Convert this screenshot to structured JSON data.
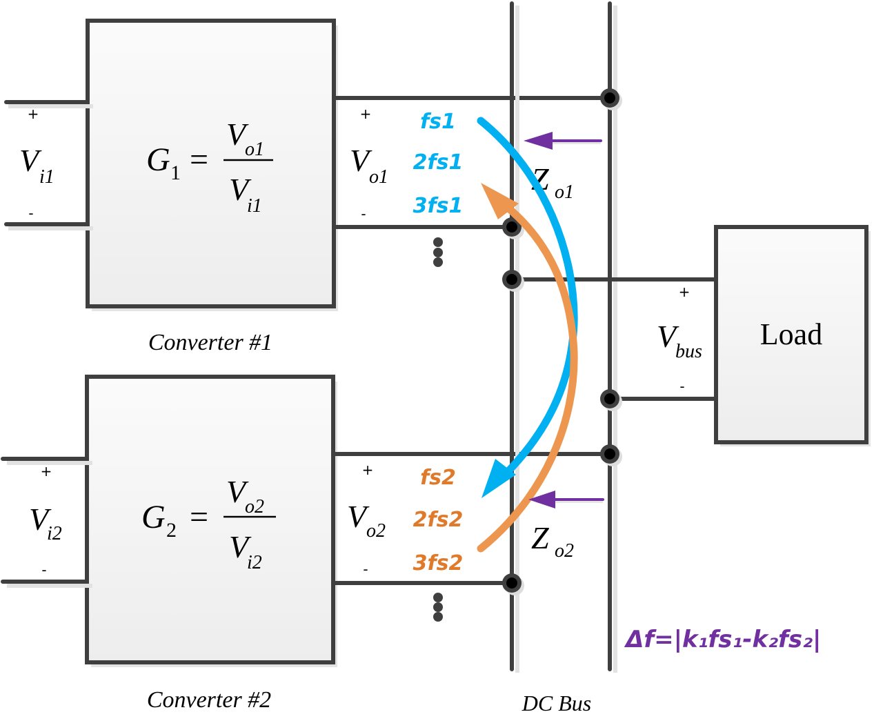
{
  "converter1": {
    "caption": "Converter #1",
    "gain_lhs": "G",
    "gain_lhs_sub": "1",
    "equals": "=",
    "num": "V",
    "num_sub": "o1",
    "den": "V",
    "den_sub": "i1",
    "input_label": "V",
    "input_sub": "i1",
    "output_label": "V",
    "output_sub": "o1",
    "plus": "+",
    "minus": "-",
    "harmonics": [
      "fs1",
      "2fs1",
      "3fs1"
    ],
    "impedance": "Z",
    "impedance_sub": "o1"
  },
  "converter2": {
    "caption": "Converter #2",
    "gain_lhs": "G",
    "gain_lhs_sub": "2",
    "equals": "=",
    "num": "V",
    "num_sub": "o2",
    "den": "V",
    "den_sub": "i2",
    "input_label": "V",
    "input_sub": "i2",
    "output_label": "V",
    "output_sub": "o2",
    "plus": "+",
    "minus": "-",
    "harmonics": [
      "fs2",
      "2fs2",
      "3fs2"
    ],
    "impedance": "Z",
    "impedance_sub": "o2"
  },
  "load": {
    "label": "Load",
    "voltage_label": "V",
    "voltage_sub": "bus",
    "plus": "+",
    "minus": "-"
  },
  "bus_label": "DC Bus",
  "formula": "Δf=|k₁fs₁-k₂fs₂|",
  "colors": {
    "wire": "#3f3f3f",
    "conv1_harmonics": "#00b0f0",
    "conv2_harmonics": "#e07a2b",
    "conv2_arrow": "#ec9650",
    "impedance_arrow": "#7030a0"
  }
}
